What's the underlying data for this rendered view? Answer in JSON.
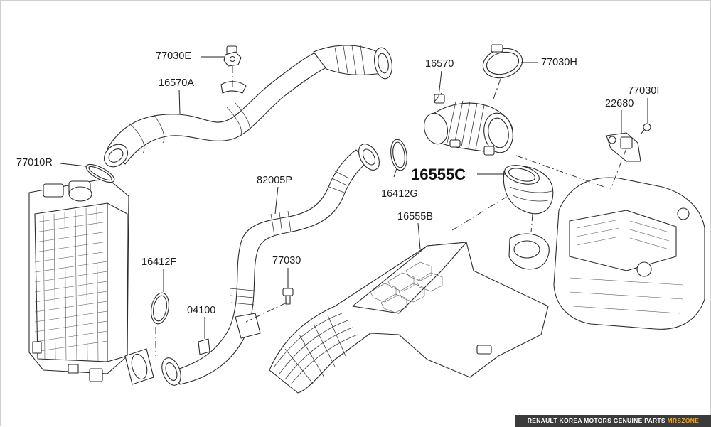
{
  "callouts": {
    "c77030E": "77030E",
    "c16570A": "16570A",
    "c77010R": "77010R",
    "c82005P": "82005P",
    "c16412G": "16412G",
    "c16555C": "16555C",
    "c16555B": "16555B",
    "c16412F": "16412F",
    "c77030": "77030",
    "c04100": "04100",
    "c16570": "16570",
    "c77030H": "77030H",
    "c77030I": "77030I",
    "c22680": "22680"
  },
  "footer": {
    "text": "RENAULT KOREA MOTORS GENUINE PARTS",
    "brand": "MRSZONE",
    "brand_color": "#f2a51c"
  }
}
